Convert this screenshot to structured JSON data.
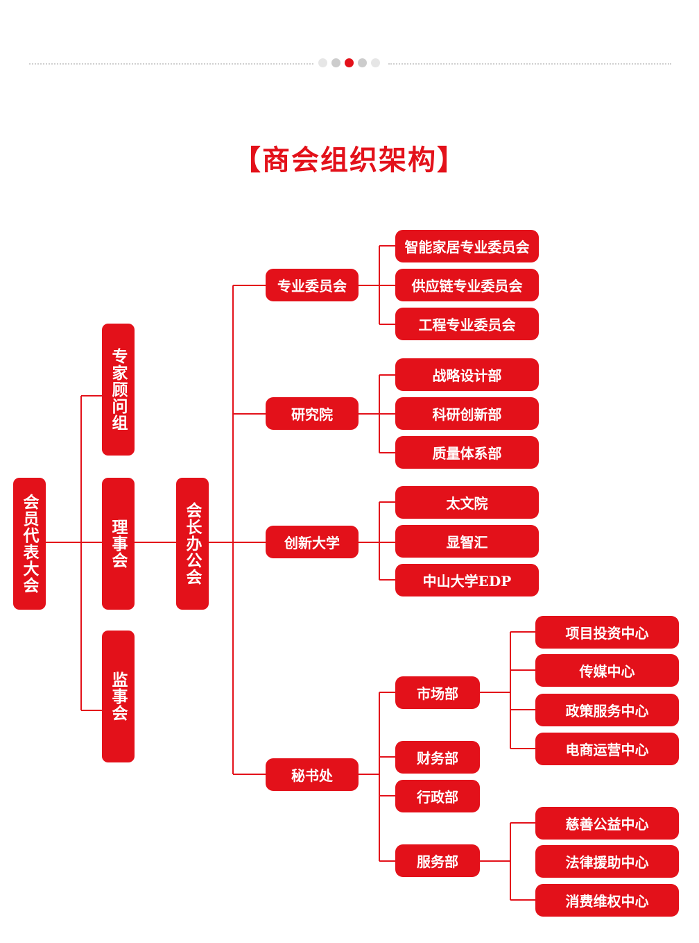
{
  "header": {
    "title": "【商会组织架构】"
  },
  "colors": {
    "accent": "#e3111a",
    "dot_gray": "#d0d0d0"
  },
  "chart": {
    "root": "会员代表大会",
    "advisory": "专家顾问组",
    "council": "理事会",
    "supervisory": "监事会",
    "president_office": "会长办公会",
    "committees": {
      "label": "专业委员会",
      "children": [
        "智能家居专业委员会",
        "供应链专业委员会",
        "工程专业委员会"
      ]
    },
    "research": {
      "label": "研究院",
      "children": [
        "战略设计部",
        "科研创新部",
        "质量体系部"
      ]
    },
    "university": {
      "label": "创新大学",
      "children": [
        "太文院",
        "显智汇",
        "中山大学EDP"
      ]
    },
    "secretariat": {
      "label": "秘书处",
      "market": {
        "label": "市场部",
        "children": [
          "项目投资中心",
          "传媒中心",
          "政策服务中心",
          "电商运营中心"
        ]
      },
      "finance": "财务部",
      "admin": "行政部",
      "service": {
        "label": "服务部",
        "children": [
          "慈善公益中心",
          "法律援助中心",
          "消费维权中心"
        ]
      }
    }
  }
}
